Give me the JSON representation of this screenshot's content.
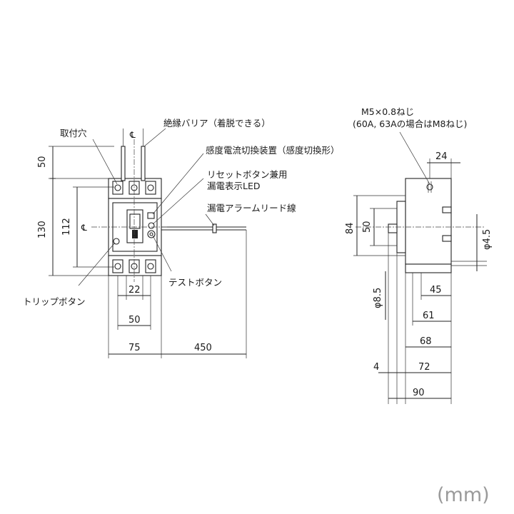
{
  "labels": {
    "mount_hole": "取付穴",
    "barrier": "絶縁バリア（着脱できる）",
    "sensitivity_switch": "感度電流切換装置（感度切換形）",
    "reset_button": "リセットボタン兼用",
    "leak_led": "漏電表示LED",
    "alarm_lead": "漏電アラームリード線",
    "test_button": "テストボタン",
    "trip_button": "トリップボタン",
    "screw_spec": "M5×0.8ねじ",
    "screw_note": "(60A, 63Aの場合はM8ねじ)"
  },
  "symbols": {
    "centerline": "℄"
  },
  "front_dims": {
    "d50_top": "50",
    "d130": "130",
    "d112": "112",
    "d22": "22",
    "d50_bottom": "50",
    "d75": "75",
    "d450": "450"
  },
  "side_dims": {
    "d24": "24",
    "d84": "84",
    "d50": "50",
    "phi45": "φ4.5",
    "phi85": "φ8.5",
    "d45": "45",
    "d61": "61",
    "d68": "68",
    "d4": "4",
    "d72": "72",
    "d90": "90"
  },
  "unit": "(mm)"
}
